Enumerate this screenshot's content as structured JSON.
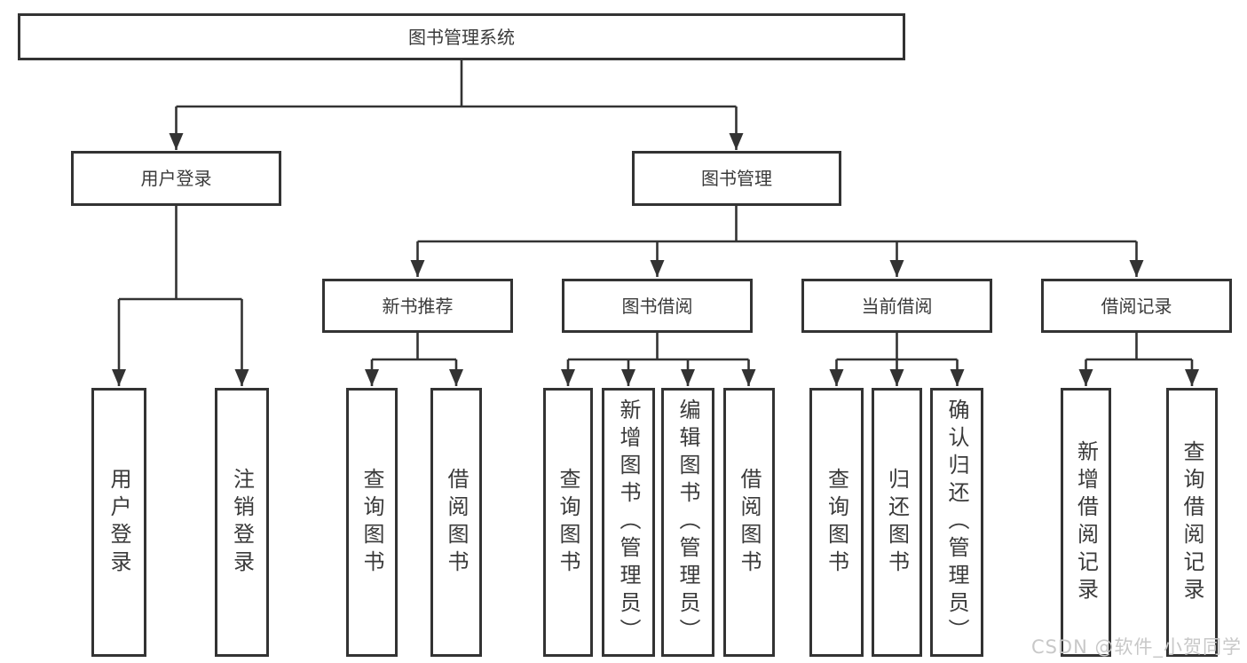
{
  "diagram": {
    "title": "图书管理系统",
    "branches": [
      {
        "label": "用户登录",
        "children": [
          {
            "label": "用户登录"
          },
          {
            "label": "注销登录"
          }
        ]
      },
      {
        "label": "图书管理",
        "sections": [
          {
            "label": "新书推荐",
            "children": [
              {
                "label": "查询图书"
              },
              {
                "label": "借阅图书"
              }
            ]
          },
          {
            "label": "图书借阅",
            "children": [
              {
                "label": "查询图书"
              },
              {
                "label": "新增图书（管理员）"
              },
              {
                "label": "编辑图书（管理员）"
              },
              {
                "label": "借阅图书"
              }
            ]
          },
          {
            "label": "当前借阅",
            "children": [
              {
                "label": "查询图书"
              },
              {
                "label": "归还图书"
              },
              {
                "label": "确认归还（管理员）"
              }
            ]
          },
          {
            "label": "借阅记录",
            "children": [
              {
                "label": "新增借阅记录"
              },
              {
                "label": "查询借阅记录"
              }
            ]
          }
        ]
      }
    ]
  },
  "watermark": "CSDN @软件_小贺同学",
  "colors": {
    "border": "#333333",
    "text": "#3a3a3a",
    "connector": "#333333",
    "watermark": "#c8c8c8",
    "background": "#ffffff"
  }
}
